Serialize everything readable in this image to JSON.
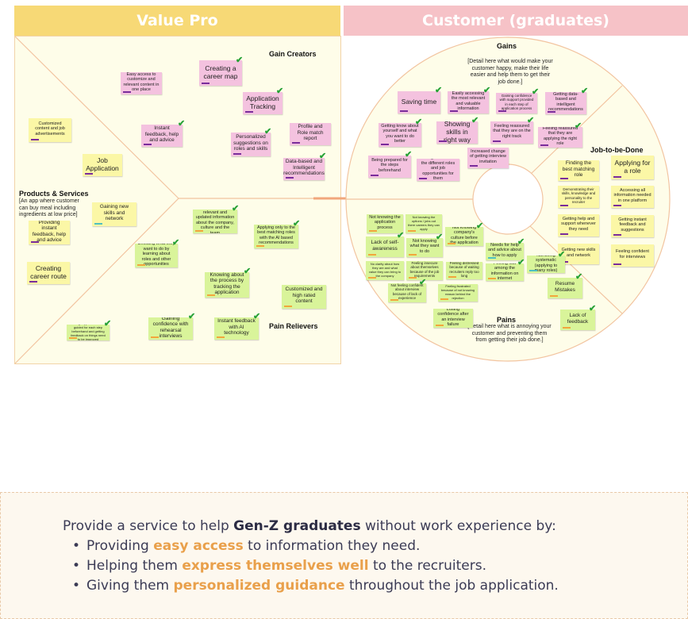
{
  "headers": {
    "value_pro": "Value Pro",
    "customer": "Customer (graduates)"
  },
  "value_pro": {
    "gain_creators": {
      "title": "Gain Creators",
      "notes": [
        "Easy access to customize and relevant content in one place",
        "Creating a career map",
        "Application Tracking",
        "Instant feedback, help and advice",
        "Personalized suggestions on roles and skills",
        "Profile and Role match report",
        "Data-based and Intelligent recommendations"
      ]
    },
    "products_services": {
      "title": "Products & Services",
      "description": "[An app where customer can buy meal including ingredients at low price]",
      "notes": [
        "Customized content and job advertisements",
        "Job Application",
        "Gaining new skills and network",
        "Providing instant feedback, help and advice",
        "Creating career route"
      ]
    },
    "pain_relievers": {
      "title": "Pain Relievers",
      "notes": [
        "Getting most relevant and updated information about the company, culture and the team",
        "Applying only to the best matching roles with the AI based recommendations",
        "Deciding what they want to do by learning about roles and other opportunities",
        "Knowing about the process by tracking the application",
        "Customized and high rated content",
        "Getting support and being guided for each step beforehand and getting feedback on things need to be improved",
        "Gaining confidence with rehearsal interviews",
        "Instant feedback with AI technology"
      ]
    }
  },
  "customer": {
    "gains": {
      "title": "Gains",
      "description": "[Detail here what would make your customer happy, make their life easier and help them to get their job done.]",
      "notes": [
        "Saving time",
        "Easily accessing the most relevant and valuable information",
        "Gaining confidence with support provided in each step of application process",
        "Getting data-based and intelligent recommendations",
        "Getting know about yourself and what you want to do better",
        "Showing skills in right way",
        "Feeling reassured that they are on the right track",
        "Feeling reassured that they are applying the right role",
        "Being prepared for the steps beforehand",
        "Getting know about the different roles and job opportunities for them",
        "Increased change of getting interview invitation"
      ]
    },
    "job_to_be_done": {
      "title": "Job-to-be-Done",
      "notes": [
        "Finding the best matching role",
        "Applying for a role",
        "Demonstrating their skills, knowledge and personality to the recruiter",
        "Accessing all information needed in one platform",
        "Getting help and support whenever they need",
        "Getting instant feedback and suggestions",
        "Getting new skills and network",
        "Feeling confident for interviews"
      ]
    },
    "pains": {
      "title": "Pains",
      "description": "[Detail here what is annoying your customer and preventing them from getting their job done.]",
      "notes": [
        "Not knowing the application process",
        "Not knowing the options / jobs out there careers they can apply",
        "Lack of self-awareness",
        "Not knowing what they want to do",
        "Not knowing company's culture before the application",
        "No clarity about how they are and what value they can bring to the company",
        "Feeling insecure about themselves because of the job requirements",
        "Feeling distressed because of waiting recruiters reply too long",
        "Needs for help and advice about how to apply",
        "Feeling lost among the information on internet",
        "Not being systematic (applying to many roles)",
        "Not feeling confident about interview because of lack of experience",
        "Feeling frustrated because of not knowing reason behind the rejection",
        "Resume Mistakes",
        "Losing confidence after an interview failure",
        "Lack of feedback"
      ]
    }
  },
  "summary": {
    "intro_prefix": "Provide a service to help ",
    "intro_bold": "Gen-Z graduates",
    "intro_suffix": " without work experience by:",
    "bullets": [
      {
        "prefix": "Providing ",
        "highlight": "easy access",
        "suffix": " to information they need."
      },
      {
        "prefix": "Helping them ",
        "highlight": "express themselves well",
        "suffix": " to the recruiters."
      },
      {
        "prefix": "Giving them ",
        "highlight": "personalized guidance",
        "suffix": " throughout the job application."
      }
    ]
  }
}
